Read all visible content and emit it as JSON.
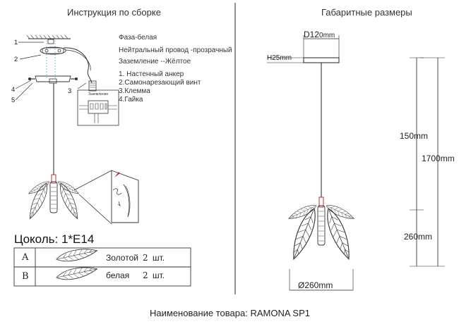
{
  "left_title": "Инструкция по сборке",
  "right_title": "Габаритные размеры",
  "wiring": {
    "phase": "Фаза-белая",
    "neutral": "Нейтральный провод -прозрачный",
    "ground": "Заземление --Жёлтое"
  },
  "parts": [
    "1. Настенный анкер",
    "2.Самонарезающий винт",
    "3.Клемма",
    "4.Гайка"
  ],
  "callouts": [
    "1",
    "2",
    "3",
    "4",
    "5"
  ],
  "terminal_label": "Заземление",
  "socket": "Цоколь:  1*E14",
  "table": [
    {
      "letter": "A",
      "name": "Золотой",
      "qty": "2",
      "unit": "шт."
    },
    {
      "letter": "B",
      "name": "белая",
      "qty": "2",
      "unit": "шт."
    }
  ],
  "dimensions": {
    "d_label": "D12",
    "d_unit": "0mm",
    "h_label": "H25",
    "h_unit": "mm",
    "cord": "150mm",
    "total": "1700mm",
    "shade": "260mm",
    "diameter": "Ø260mm"
  },
  "product_name": "Наименование товара: RAMONA SP1",
  "colors": {
    "line": "#222222",
    "guide": "#7fb5d6",
    "accent_red": "#b0303a"
  }
}
